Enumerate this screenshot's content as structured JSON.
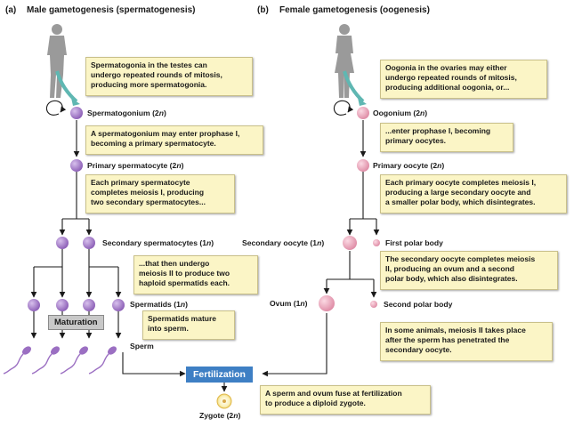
{
  "male": {
    "header_letter": "(a)",
    "header_title": "Male gametogenesis (spermatogenesis)",
    "spermatogonium_label": "Spermatogonium (2n)",
    "primary_label": "Primary spermatocyte (2n)",
    "secondary_label": "Secondary spermatocytes (1n)",
    "spermatids_label": "Spermatids (1n)",
    "maturation_tag": "Maturation",
    "sperm_label": "Sperm",
    "box1": "Spermatogonia in the testes can\nundergo repeated rounds of mitosis,\nproducing more spermatogonia.",
    "box2": "A spermatogonium may enter prophase I,\nbecoming a primary spermatocyte.",
    "box3": "Each primary spermatocyte\ncompletes meiosis I, producing\ntwo secondary spermatocytes...",
    "box4": "...that then undergo\nmeiosis II to produce two\nhaploid spermatids each.",
    "box5": "Spermatids mature\ninto sperm."
  },
  "female": {
    "header_letter": "(b)",
    "header_title": "Female gametogenesis (oogenesis)",
    "oogonium_label": "Oogonium (2n)",
    "primary_label": "Primary oocyte (2n)",
    "secondary_label": "Secondary oocyte (1n)",
    "first_polar_label": "First polar body",
    "second_polar_label": "Second polar body",
    "ovum_label": "Ovum (1n)",
    "box1": "Oogonia in the ovaries may either\nundergo repeated rounds of mitosis,\nproducing additional oogonia, or...",
    "box2": "...enter prophase I, becoming\nprimary oocytes.",
    "box3": "Each primary oocyte completes meiosis I,\nproducing a large secondary oocyte and\na smaller polar body, which disintegrates.",
    "box4": "The secondary oocyte completes meiosis\nII, producing an ovum and a second\npolar body, which also disintegrates.",
    "box5": "In some animals, meiosis II takes place\nafter the sperm has penetrated the\nsecondary oocyte."
  },
  "fertilization": {
    "tag": "Fertilization",
    "box": "A sperm and ovum fuse at fertilization\nto produce a diploid zygote.",
    "zygote_label": "Zygote (2n)"
  },
  "colors": {
    "male_cell": "#9b6fc2",
    "female_cell": "#e59cb2",
    "box_fill": "#fbf5c6",
    "fert_blue": "#3e7fc4",
    "arrow_teal": "#5fb7b2",
    "silhouette": "#9a9a9a"
  },
  "icons": [
    "male-silhouette-icon",
    "female-silhouette-icon",
    "sperm-icon",
    "zygote-icon"
  ]
}
